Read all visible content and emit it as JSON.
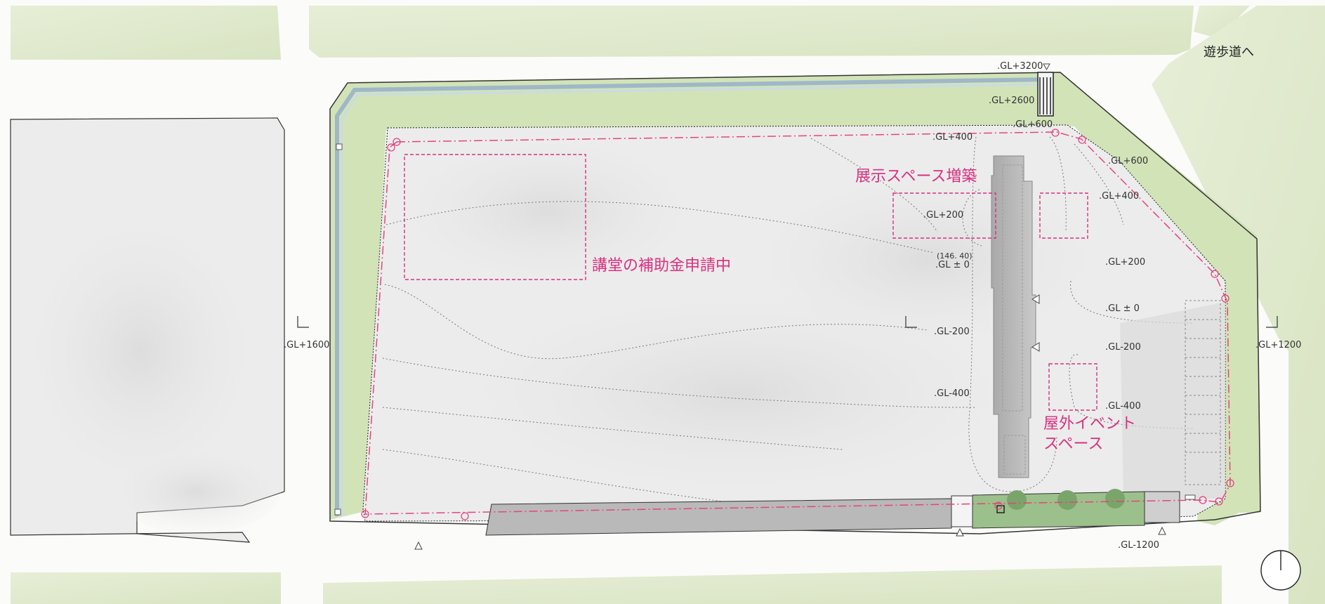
{
  "annotations": {
    "auditorium": "講堂の補助金申請中",
    "exhibition": "展示スペース増築",
    "event_line1": "屋外イベント",
    "event_line2": "スペース"
  },
  "destination": "遊歩道へ",
  "levels": {
    "gl_plus_3200": ".GL+3200",
    "gl_plus_2600": ".GL+2600",
    "gl_plus_600_top": ".GL+600",
    "gl_plus_400_top": ".GL+400",
    "gl_plus_600_right": ".GL+600",
    "gl_plus_400_right": ".GL+400",
    "gl_plus_200_left": ".GL+200",
    "gl_plus_200_right": ".GL+200",
    "elevation_note": "(146. 40)",
    "gl_zero_left": ".GL ± 0",
    "gl_zero_right": ".GL ± 0",
    "gl_minus_200_left": ".GL-200",
    "gl_minus_200_right": ".GL-200",
    "gl_minus_400_left": ".GL-400",
    "gl_minus_400_right": ".GL-400",
    "gl_plus_1600": ".GL+1600",
    "gl_plus_1200": ".GL+1200",
    "gl_minus_1200": ".GL-1200"
  },
  "colors": {
    "annotation": "#d9307f",
    "site_boundary": "#e2457f",
    "lawn": "#d2e3b8",
    "road": "#fbfbfa",
    "paving": "#ececec",
    "building": "#b4b4b4"
  },
  "icons": [
    "north-arrow-icon",
    "level-triangle-icon"
  ]
}
